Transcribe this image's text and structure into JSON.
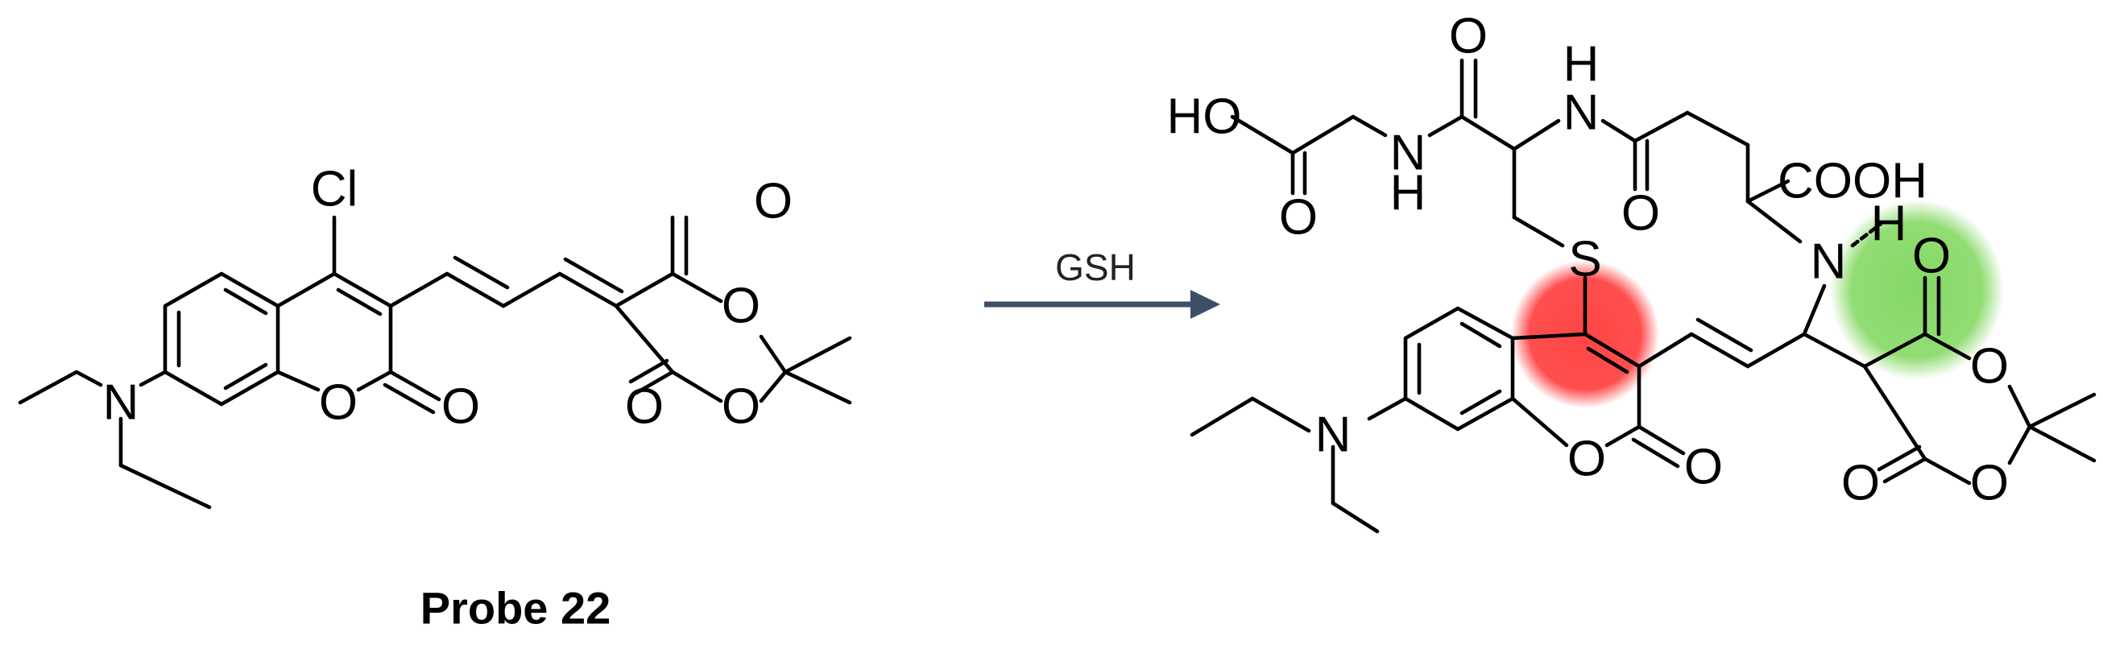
{
  "probe": {
    "caption": "Probe 22",
    "atoms": {
      "cl": "Cl",
      "n": "N",
      "o": "O"
    }
  },
  "arrow": {
    "reagent": "GSH",
    "color": "#3d4f66"
  },
  "product": {
    "atoms": {
      "ho": "HO",
      "h": "H",
      "n": "N",
      "o": "O",
      "s": "S",
      "cooh": "COOH"
    }
  },
  "highlights": {
    "thioether_color": "#ff3b3b",
    "hbond_color": "#7fd65c"
  }
}
